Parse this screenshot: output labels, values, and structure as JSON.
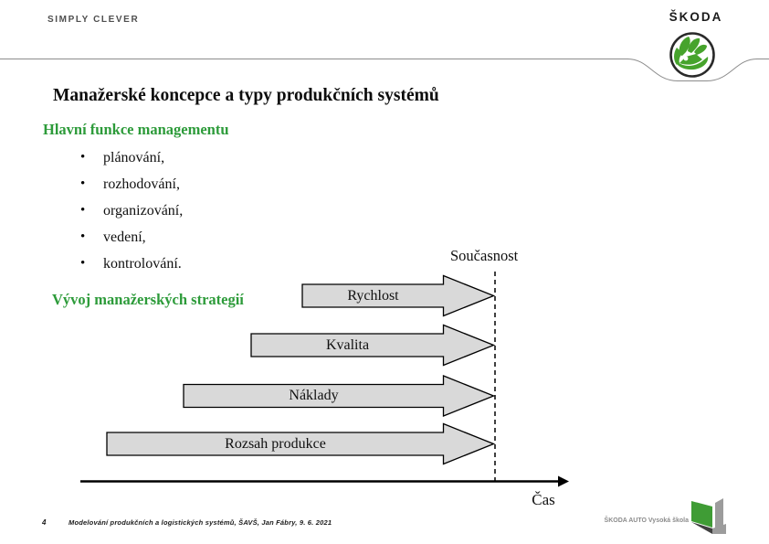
{
  "header": {
    "tagline": "SIMPLY CLEVER",
    "brand": "ŠKODA"
  },
  "slide": {
    "title": "Manažerské koncepce a typy produkčních systémů",
    "section_heading": "Hlavní funkce managementu",
    "bullets": [
      "plánování,",
      "rozhodování,",
      "organizování,",
      "vedení,",
      "kontrolování."
    ],
    "left_heading": "Vývoj manažerských strategií"
  },
  "diagram": {
    "present_label": "Současnost",
    "time_label": "Čas",
    "arrows": [
      {
        "label": "Rychlost"
      },
      {
        "label": "Kvalita"
      },
      {
        "label": "Náklady"
      },
      {
        "label": "Rozsah produkce"
      }
    ],
    "colors": {
      "arrow_fill": "#d9d9d9",
      "arrow_stroke": "#000000",
      "timeline_color": "#000000"
    }
  },
  "footer": {
    "page_number": "4",
    "text": "Modelování produkčních a logistických systémů, ŠAVŠ, Jan Fábry, 9. 6. 2021",
    "logo_text": "ŠKODA AUTO Vysoká škola"
  },
  "colors": {
    "accent_green": "#2d9b3a",
    "logo_green": "#46a32c",
    "header_line_gray": "#8c8c8c"
  }
}
